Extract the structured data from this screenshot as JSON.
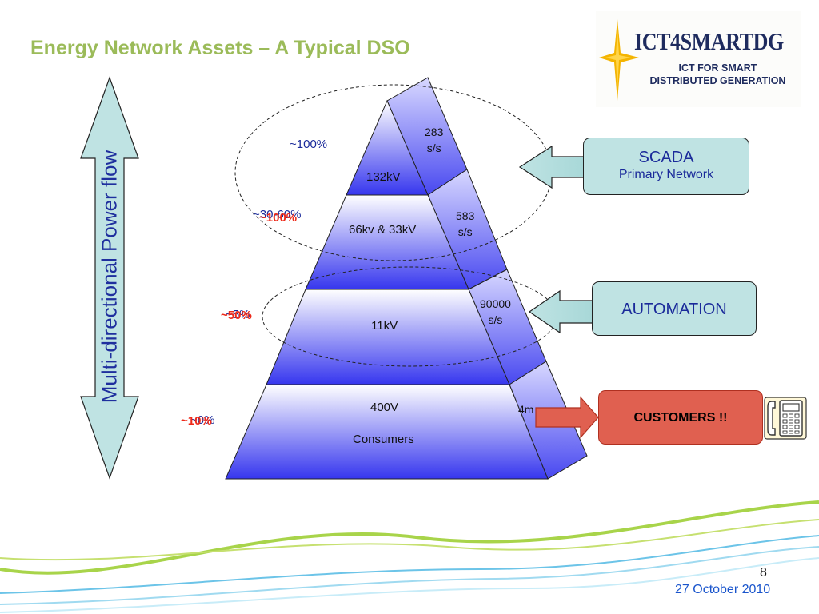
{
  "title": "Energy Network Assets – A Typical DSO",
  "logo": {
    "title": "ICT4SMARTDG",
    "subtitle_line1": "ICT FOR SMART",
    "subtitle_line2": "DISTRIBUTED GENERATION"
  },
  "side_label": "Multi-directional Power flow",
  "pyramid": {
    "levels": [
      {
        "label": "132kV",
        "rate": [
          "283",
          "s/s"
        ]
      },
      {
        "label": "66kv & 33kV",
        "rate": [
          "583",
          "s/s"
        ]
      },
      {
        "label": "11kV",
        "rate": [
          "90000",
          "s/s"
        ]
      },
      {
        "label": "400V",
        "sublabel": "Consumers",
        "rate": [
          "4m"
        ]
      }
    ]
  },
  "percentages": {
    "level1": "~100%",
    "level2_blue": "~30-60%",
    "level2_red": "~100%",
    "level3_blue": "~5%",
    "level3_red": "~50%",
    "level4_blue": "~0%",
    "level4_red": "~10%"
  },
  "boxes": {
    "scada_title": "SCADA",
    "scada_sub": "Primary Network",
    "automation": "AUTOMATION",
    "customers": "CUSTOMERS !!"
  },
  "footer": {
    "page_number": "8",
    "date": "27 October 2010"
  },
  "icons": [
    "star-icon",
    "telephone-icon"
  ],
  "colors": {
    "title": "#9bbb59",
    "box_fill": "#bfe3e3",
    "customers_fill": "#e06050",
    "pyramid_blue": "#3a3aee",
    "accent_red": "#ee2a1a",
    "text_blue": "#1a2a9a"
  }
}
